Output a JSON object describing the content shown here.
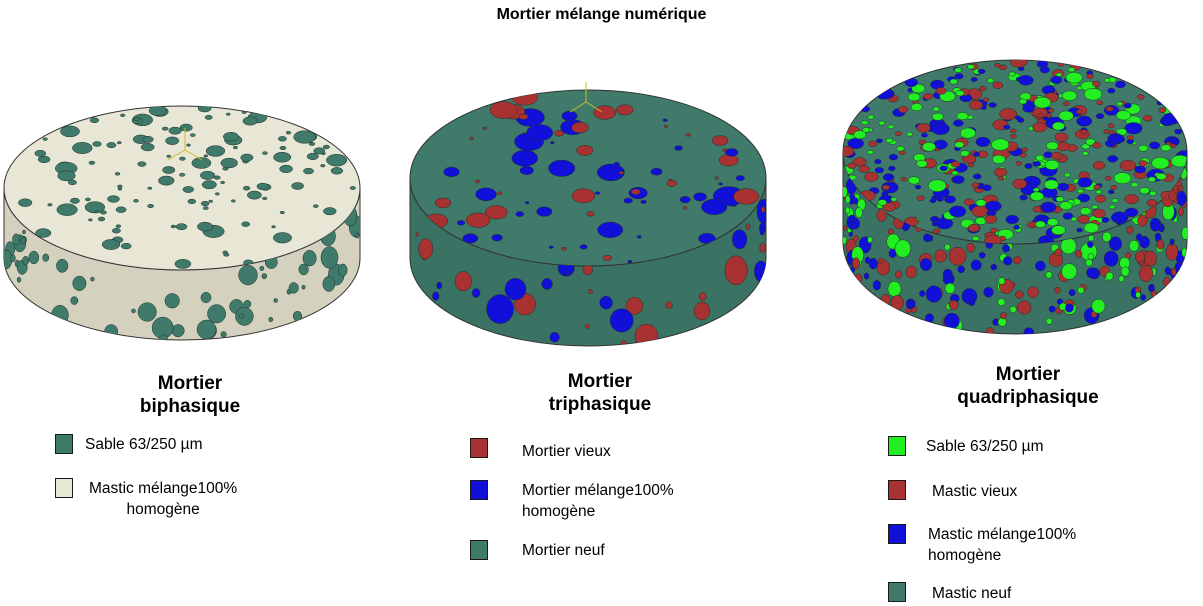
{
  "title": "Mortier mélange numérique",
  "colors": {
    "mortier_neuf": "#3f7a6a",
    "mortier_vieux": "#a83232",
    "bleu": "#1010d8",
    "vert": "#22ee22",
    "mastic_beige": "#e8e6d4"
  },
  "panels": [
    {
      "caption_line1": "Mortier",
      "caption_line2": "biphasique",
      "legend": [
        {
          "label": "Sable 63/250 µm",
          "label2": "",
          "color": "#3f7a6a"
        },
        {
          "label": "Mastic mélange100%",
          "label2": "homogène",
          "color": "#e8e6d4"
        }
      ]
    },
    {
      "caption_line1": "Mortier",
      "caption_line2": "triphasique",
      "legend": [
        {
          "label": "Mortier vieux",
          "label2": "",
          "color": "#a83232"
        },
        {
          "label": "Mortier mélange100%",
          "label2": "homogène",
          "color": "#1010d8"
        },
        {
          "label": "Mortier neuf",
          "label2": "",
          "color": "#3f7a6a"
        }
      ]
    },
    {
      "caption_line1": "Mortier",
      "caption_line2": "quadriphasique",
      "legend": [
        {
          "label": "Sable 63/250 µm",
          "label2": "",
          "color": "#22ee22"
        },
        {
          "label": "Mastic vieux",
          "label2": "",
          "color": "#a83232"
        },
        {
          "label": "Mastic mélange100%",
          "label2": "homogène",
          "color": "#1010d8"
        },
        {
          "label": "Mastic neuf",
          "label2": "",
          "color": "#3f7a6a"
        }
      ]
    }
  ]
}
